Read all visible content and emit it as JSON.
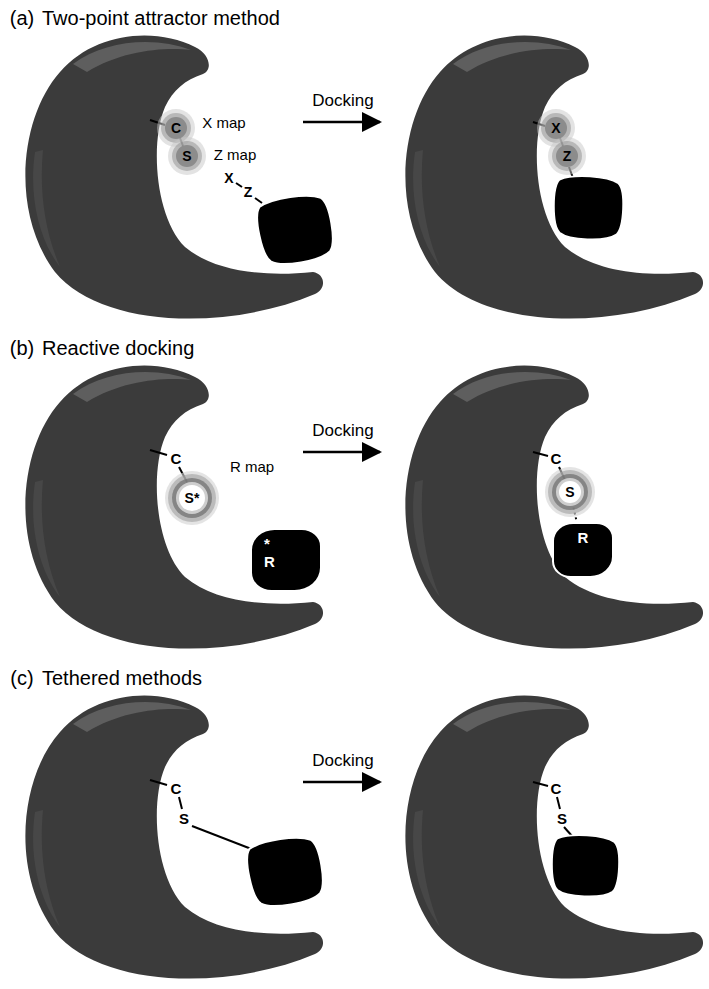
{
  "diagram": {
    "nodes": [
      {
        "text": [
          "C"
        ]
      },
      {
        "text": [
          "S"
        ]
      },
      {
        "text": [
          "X"
        ]
      },
      {
        "text": [
          "Z"
        ]
      },
      {
        "text": [
          "S*"
        ]
      },
      {
        "text": [
          "*",
          "R"
        ]
      },
      {
        "text": [
          "S"
        ]
      },
      {
        "text": [
          "R"
        ]
      }
    ],
    "edges": [
      {
        "from": 0,
        "to": 1,
        "arrow": "none"
      },
      {
        "from": 2,
        "to": 3,
        "arrow": "none"
      },
      {
        "from": 6,
        "to": 7,
        "arrow": "none"
      }
    ],
    "labels": [
      "(a)",
      "Two-point attractor method",
      "X map",
      "Z map",
      "X",
      "Z",
      "Docking",
      "(b)",
      "Reactive docking",
      "C",
      "R map",
      "Docking",
      "C",
      "(c)",
      "Tethered methods",
      "C",
      "S",
      "Docking",
      "C",
      "S"
    ]
  }
}
